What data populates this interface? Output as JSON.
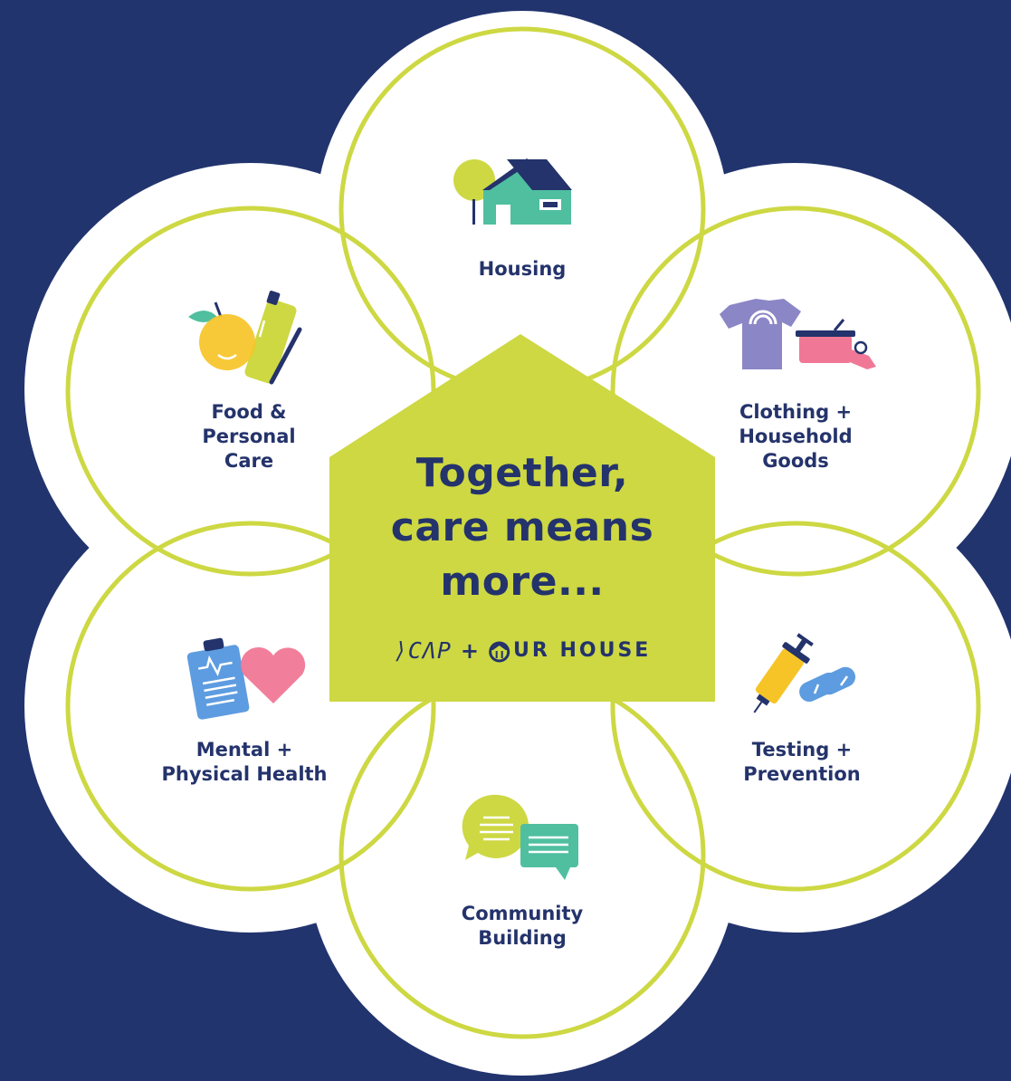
{
  "headline": [
    "Together,",
    "care means",
    "more..."
  ],
  "partners": {
    "left_logo": "⟩CΛP",
    "joiner": "+",
    "right_logo": "UR HOUSE"
  },
  "petals": [
    {
      "id": "housing",
      "icon": "house-icon",
      "label": [
        "Housing"
      ]
    },
    {
      "id": "clothing",
      "icon": "tshirt-and-pot-icon",
      "label": [
        "Clothing +",
        "Household",
        "Goods"
      ]
    },
    {
      "id": "testing",
      "icon": "syringe-and-pills-icon",
      "label": [
        "Testing +",
        "Prevention"
      ]
    },
    {
      "id": "community",
      "icon": "chat-bubbles-icon",
      "label": [
        "Community",
        "Building"
      ]
    },
    {
      "id": "health",
      "icon": "clipboard-and-heart-icon",
      "label": [
        "Mental +",
        "Physical Health"
      ]
    },
    {
      "id": "food",
      "icon": "orange-and-bottle-icon",
      "label": [
        "Food &",
        "Personal",
        "Care"
      ]
    }
  ],
  "colors": {
    "background": "#22346e",
    "petal_fill": "#ffffff",
    "ring": "#cdd843",
    "center_house": "#cdd843",
    "text": "#24336b",
    "teal": "#4fbfa0",
    "yellow": "#f6c427",
    "pink": "#f07896",
    "purple": "#8b86c6",
    "blue": "#5d9ce0"
  }
}
